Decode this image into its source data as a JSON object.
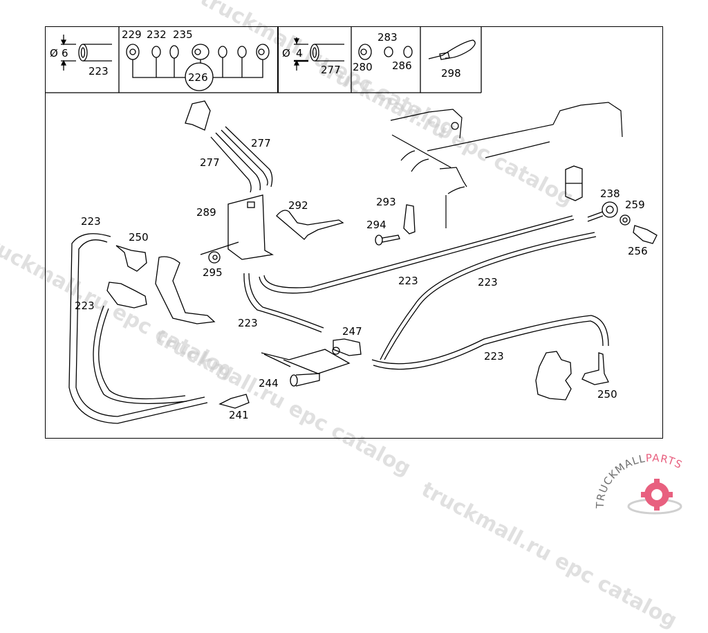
{
  "diagram": {
    "type": "parts-catalog-exploded-view",
    "legend_boxes": [
      {
        "id": "hose-6",
        "diameter_symbol": "Ø",
        "diameter": "6",
        "part": "223"
      },
      {
        "id": "fittings-set",
        "parts_top": [
          "229",
          "232",
          "235"
        ],
        "group": "226"
      },
      {
        "id": "hose-4",
        "diameter_symbol": "Ø",
        "diameter": "4",
        "part": "277"
      },
      {
        "id": "nut-set",
        "parts": [
          "283",
          "280",
          "286"
        ]
      },
      {
        "id": "cable-tie",
        "part": "298"
      }
    ],
    "callouts": {
      "c277a": "277",
      "c277b": "277",
      "c289": "289",
      "c292": "292",
      "c293": "293",
      "c294": "294",
      "c238": "238",
      "c259": "259",
      "c256": "256",
      "c295": "295",
      "c223_tl": "223",
      "c250_l": "250",
      "c223_l": "223",
      "c223_mid": "223",
      "c223_c": "223",
      "c223_r": "223",
      "c223_br": "223",
      "c247": "247",
      "c244": "244",
      "c241": "241",
      "c250_r": "250"
    }
  },
  "watermarks": [
    "truckmall.ru epc catalog",
    "truckmall.ru epc catalog",
    "truckmall.ru epc catalog",
    "truckmall.ru epc catalog"
  ],
  "logo": {
    "text_dark": "TRUCKMALL",
    "text_accent": "PARTS",
    "accent_color": "#e8607f",
    "dark_color": "#707070"
  }
}
